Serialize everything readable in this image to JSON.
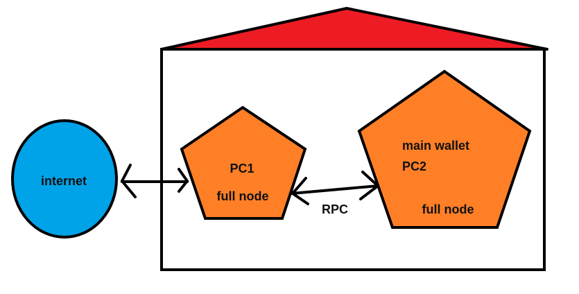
{
  "diagram": {
    "colors": {
      "roof": "#ed1c24",
      "internet": "#00a2e8",
      "node": "#ff7f27",
      "stroke": "#000000"
    },
    "nodes": {
      "internet": {
        "label": "internet"
      },
      "pc1": {
        "name": "PC1",
        "role": "full node"
      },
      "pc2": {
        "role_top": "main wallet",
        "name": "PC2",
        "role": "full node"
      }
    },
    "edges": {
      "internet_pc1": {
        "label": ""
      },
      "pc1_pc2": {
        "label": "RPC"
      }
    }
  }
}
